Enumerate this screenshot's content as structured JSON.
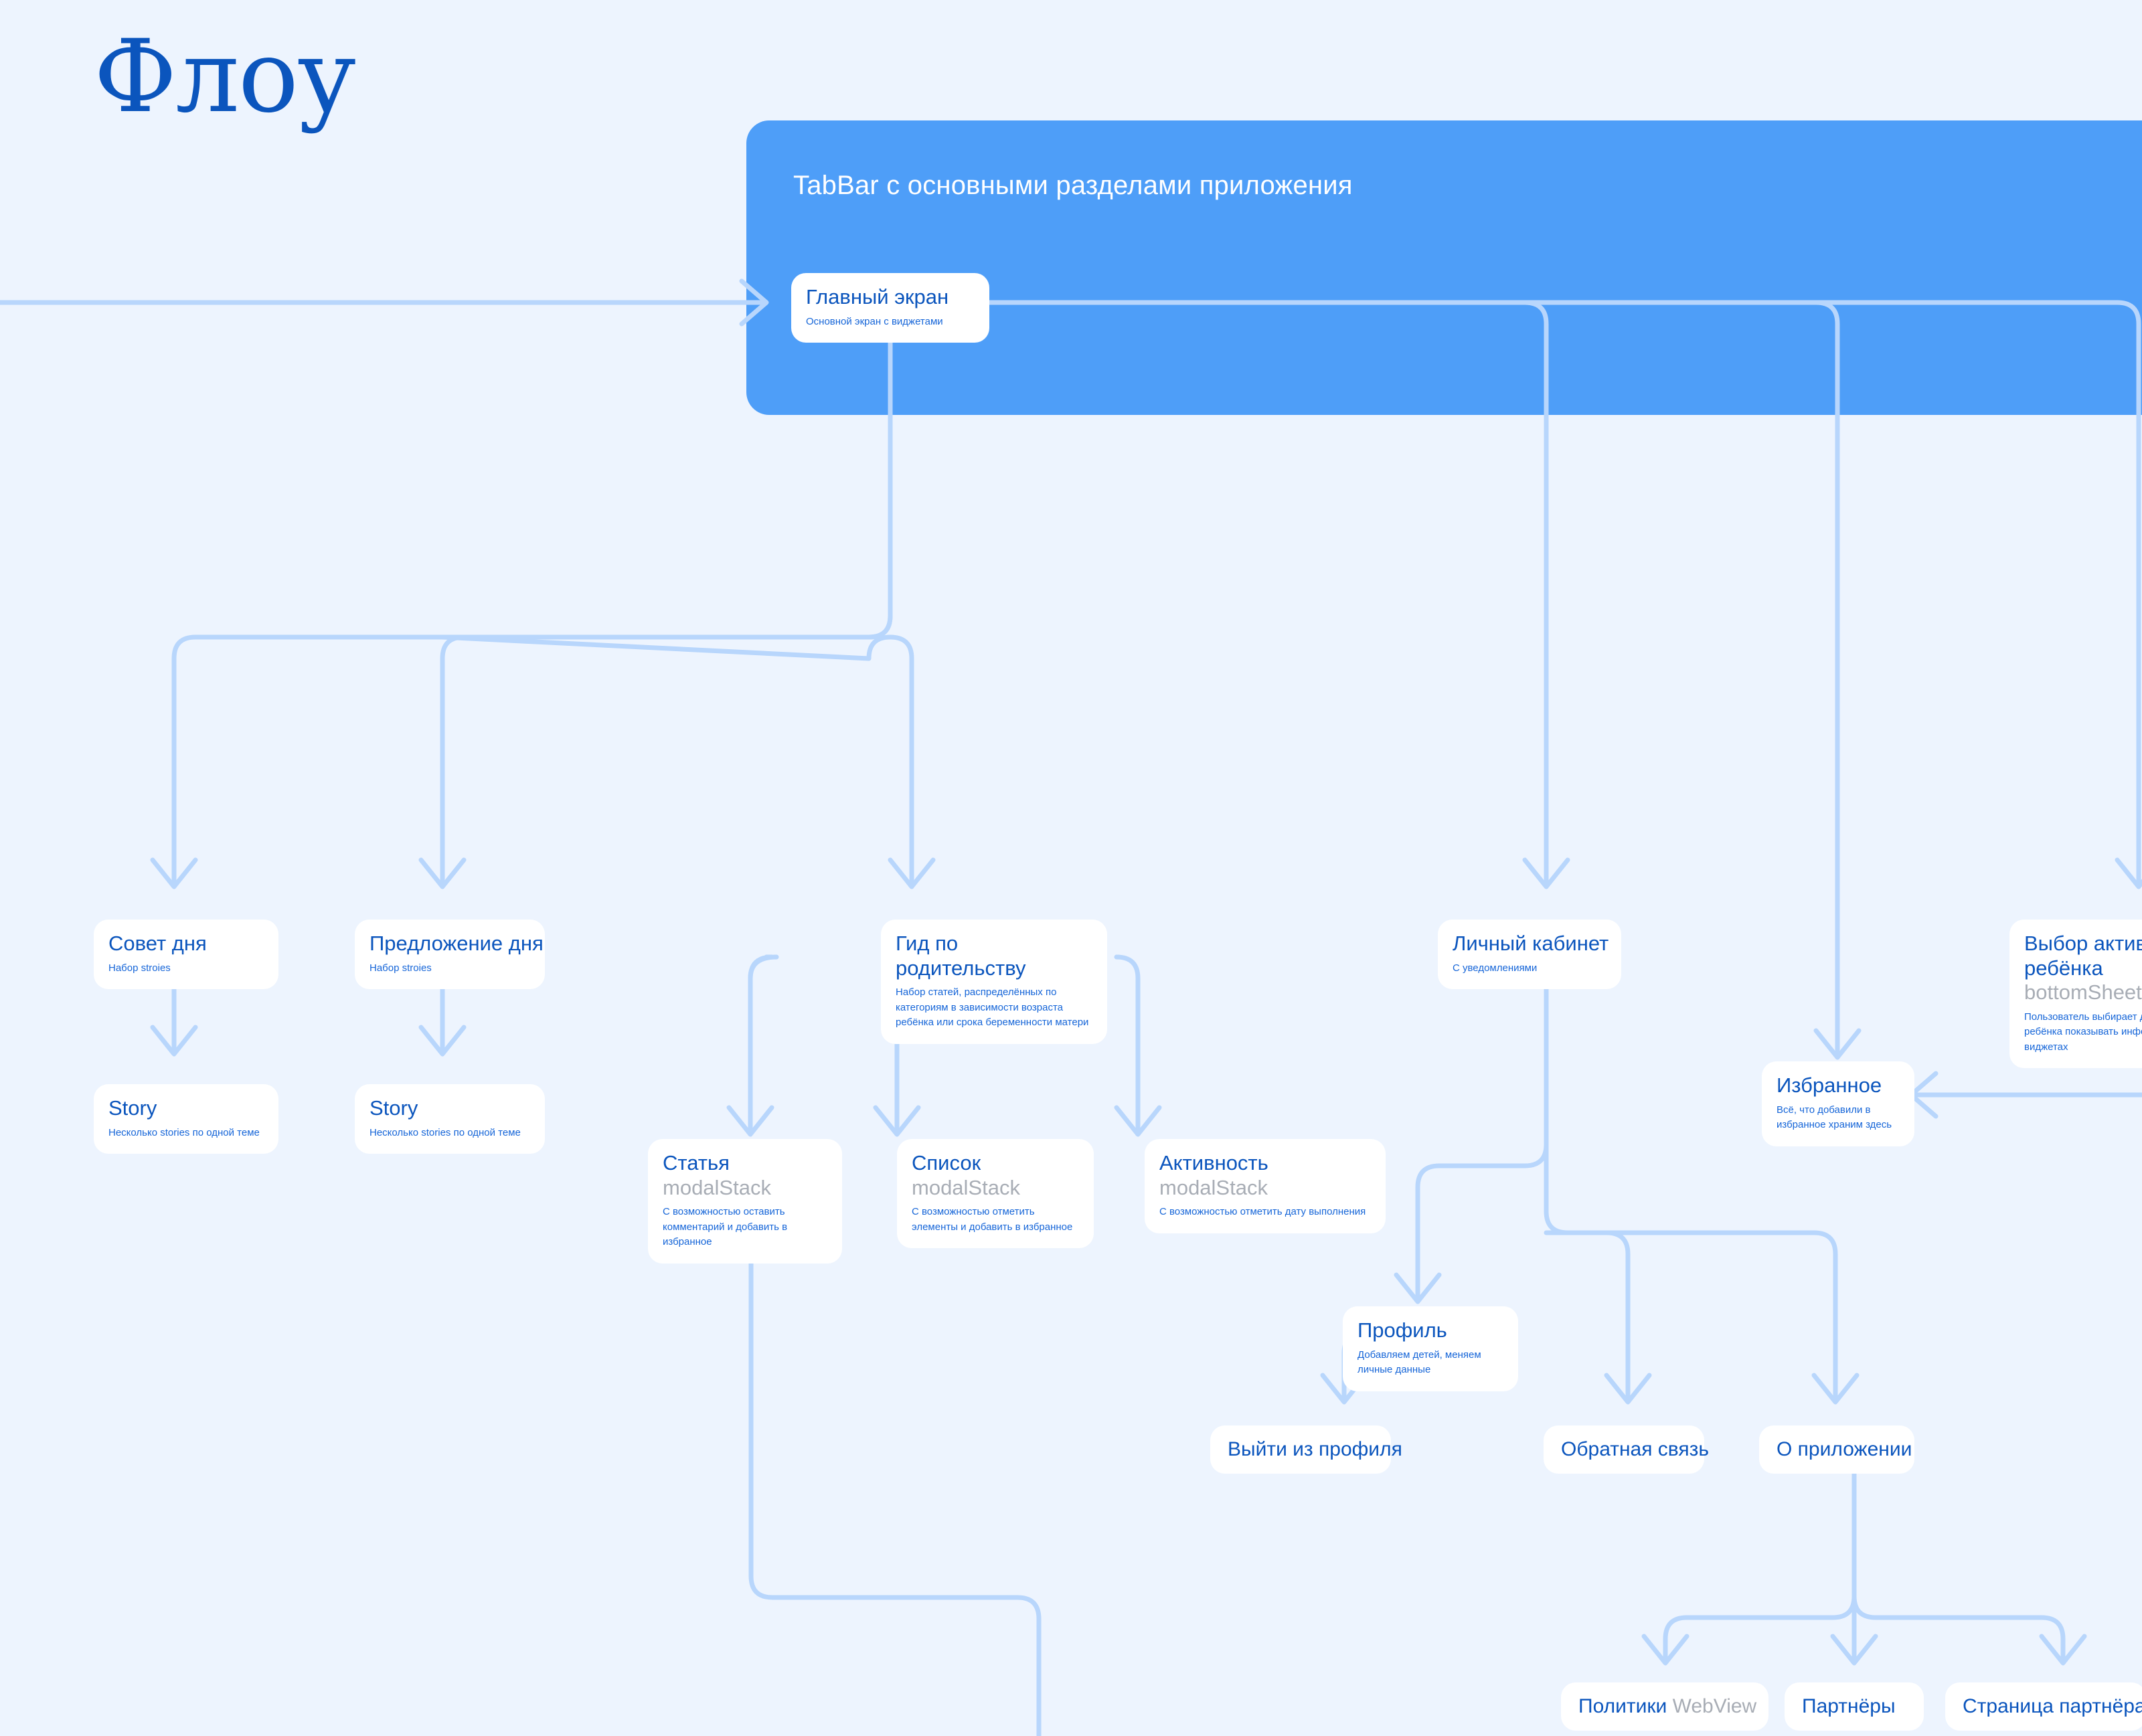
{
  "logo": {
    "text": "Флоу",
    "color": "#0b55bd"
  },
  "group_panel": {
    "title": "TabBar с основными разделами приложения",
    "color": "#4e9ef8",
    "title_color": "#ffffff"
  },
  "palette": {
    "background": "#edf4fe",
    "card": "#ffffff",
    "edge": "#b8d6fc",
    "title_text": "#0b55bd",
    "desc_text": "#1565d8",
    "tag_text": "#a8adb5"
  },
  "nodes": [
    {
      "id": "main-screen",
      "title": "Главный экран",
      "tag": "",
      "desc": "Основной экран с виджетами"
    },
    {
      "id": "tip-of-day",
      "title": "Совет дня",
      "tag": "",
      "desc": "Набор stroies"
    },
    {
      "id": "offer-of-day",
      "title": "Предложение дня",
      "tag": "",
      "desc": "Набор stroies"
    },
    {
      "id": "story-1",
      "title": "Story",
      "tag": "",
      "desc": "Несколько stories по одной теме"
    },
    {
      "id": "story-2",
      "title": "Story",
      "tag": "",
      "desc": "Несколько stories по одной теме"
    },
    {
      "id": "parenting-guide",
      "title": "Гид по родительству",
      "tag": "",
      "desc": "Набор статей, распределённых по категориям в зависимости возраста ребёнка или срока беременности матери"
    },
    {
      "id": "article",
      "title": "Статья",
      "tag": "modalStack",
      "desc": "С возможностью оставить комментарий и добавить в избранное"
    },
    {
      "id": "list",
      "title": "Список",
      "tag": "modalStack",
      "desc": "С возможностью отметить элементы и добавить в избранное"
    },
    {
      "id": "activity",
      "title": "Активность",
      "tag": "modalStack",
      "desc": "С возможностью отметить дату выполнения"
    },
    {
      "id": "personal-account",
      "title": "Личный кабинет",
      "tag": "",
      "desc": "С уведомлениями"
    },
    {
      "id": "favourites",
      "title": "Избранное",
      "tag": "",
      "desc": "Всё, что добавили в избранное храним здесь"
    },
    {
      "id": "active-child-select",
      "title": "Выбор активного ребёнка",
      "tag": "bottomSheet",
      "desc": "Пользователь выбирает для какого ребёнка показывать информацию на виджетах"
    },
    {
      "id": "profile",
      "title": "Профиль",
      "tag": "",
      "desc": "Добавляем детей, меняем личные данные"
    },
    {
      "id": "logout",
      "title": "Выйти из профиля",
      "tag": "",
      "desc": ""
    },
    {
      "id": "feedback",
      "title": "Обратная связь",
      "tag": "",
      "desc": ""
    },
    {
      "id": "about-app",
      "title": "О приложении",
      "tag": "",
      "desc": ""
    },
    {
      "id": "policies",
      "title": "Политики",
      "tag": "WebView",
      "desc": ""
    },
    {
      "id": "partners",
      "title": "Партнёры",
      "tag": "",
      "desc": ""
    },
    {
      "id": "partner-page",
      "title": "Страница партнёра",
      "tag": "",
      "desc": ""
    }
  ]
}
